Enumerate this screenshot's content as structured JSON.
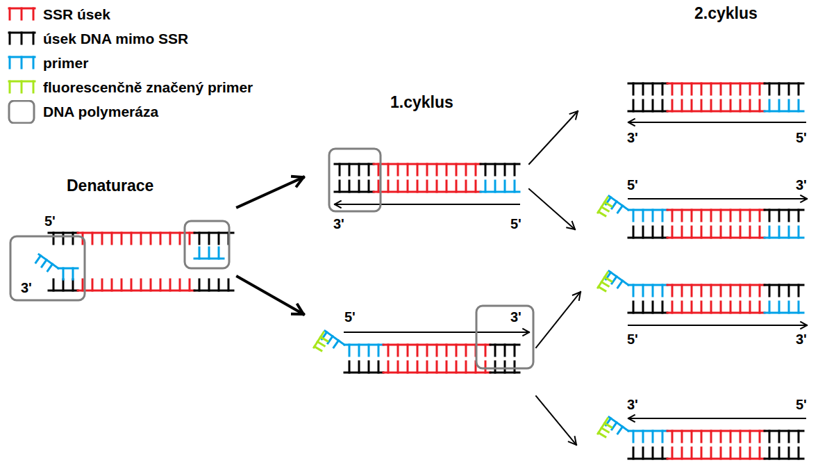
{
  "diagram": {
    "labels": [
      "Denaturace",
      "5'",
      "3'",
      "1.cyklus",
      "3'",
      "5'",
      "5'",
      "3'",
      "2.cyklus",
      "3'",
      "5'",
      "5'",
      "3'",
      "5'",
      "3'",
      "3'",
      "5'"
    ],
    "legend": [
      {
        "text": "SSR úsek",
        "color": "#ed1c24"
      },
      {
        "text": "úsek DNA mimo SSR",
        "color": "#000000"
      },
      {
        "text": "primer",
        "color": "#00a2e8"
      },
      {
        "text": "fluorescenčně značený primer",
        "color": "#a8e61d"
      },
      {
        "text": "DNA polymeráza"
      }
    ]
  }
}
